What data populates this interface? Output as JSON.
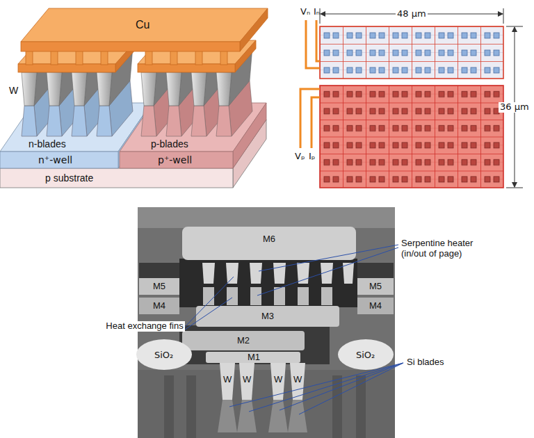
{
  "diagram": {
    "labels": [
      "Cu",
      "W",
      "n-blades",
      "p-blades",
      "n⁺-well",
      "p⁺-well",
      "p substrate",
      "48 µm",
      "Vₙ",
      "Iₙ",
      "36 µm",
      "Vₚ",
      "Iₚ",
      "M6",
      "Serpentine heater (in/out of page)",
      "M5",
      "M5",
      "M4",
      "M4",
      "M3",
      "Heat exchange fins",
      "M2",
      "M1",
      "SiO₂",
      "SiO₂",
      "Si blades",
      "W",
      "W",
      "W",
      "W"
    ]
  }
}
